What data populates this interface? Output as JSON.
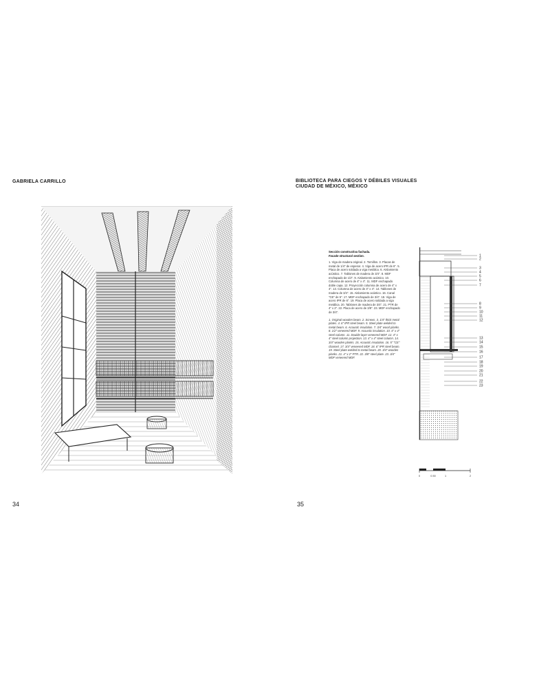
{
  "left_page": {
    "author": "GABRIELA CARRILLO",
    "page_number": "34"
  },
  "right_page": {
    "title_line1": "BIBLIOTECA PARA CIEGOS Y DÉBILES VISUALES",
    "title_line2": "CIUDAD DE MÉXICO, MÉXICO",
    "page_number": "35",
    "section_heading": "Sección constructiva fachada.",
    "section_heading_en": "Facade structural section.",
    "legend_es": "1. Viga de madera original. 2. Tornillos. 3. Placas de metal de 1/4\" de espesor. 4. Viga de acero IPR de 6\". 5. Placa de acero soldada a viga metálica. 6. Aislamiento acústico. 7. Tablones de madera de 3/4\". 8. MDF enchapado de 1/2\". 9. Aislamiento acústico. 10. Columna de acero de 4\" x 4\". 11. MDF enchapado doble capa. 12. Proyección columna de acero de 4\" x 4\". 13. Columna de acero de 4\" x 4\". 14. Tablones de madera de 3/4\". 15. Aislamiento acústico. 16. Canal \"CE\" de 5\". 17. MDF enchapado de 3/4\". 18. Viga de acero IPR de 6\". 19. Placa de acero soldada a viga metálica. 20. Tablones de madera de 3/4\". 21. PTR de 4\" x 2\". 22. Placa de acero de 3/8\". 23. MDF enchapado de 3/4\".",
    "legend_en": "1. Original wooden beam. 2. Screws. 3. 1/4\" thick metal plates. 4. 6\" IPR steel beam. 5. Steel plate welded to metal beam. 6. Acoustic insulation. 7. 3/4\" wood planks. 8. 1/2\" veneered MDF. 9. Acoustic insulation. 10. 4\" x 4\" steel column. 11. Double layer veneered MDF. 12. 4\" x 4\" steel column projection. 13. 4\" x 4\" steel column. 14. 3/4\" wooden planks. 15. Acoustic insulation. 16. 5\" \"CE\" channel. 17. 3/4\" veneered MDF. 18. 6\" IPR steel beam. 19. Steel plate welded to metal beam. 20. 3/4\" wooden planks. 21. 4\" x 2\" PTR. 22. 3/8\" steel plate. 23. 3/4\" MDF veneered MDF.",
    "detail_labels": [
      "1",
      "2",
      "3",
      "4",
      "5",
      "6",
      "7",
      "8",
      "9",
      "10",
      "11",
      "12",
      "13",
      "14",
      "15",
      "16",
      "17",
      "18",
      "19",
      "20",
      "21",
      "22",
      "23"
    ],
    "scale_labels": [
      "0",
      "0.50",
      "1",
      "2"
    ]
  },
  "colors": {
    "ink": "#1a1a1a",
    "line": "#444444",
    "paper": "#ffffff"
  }
}
